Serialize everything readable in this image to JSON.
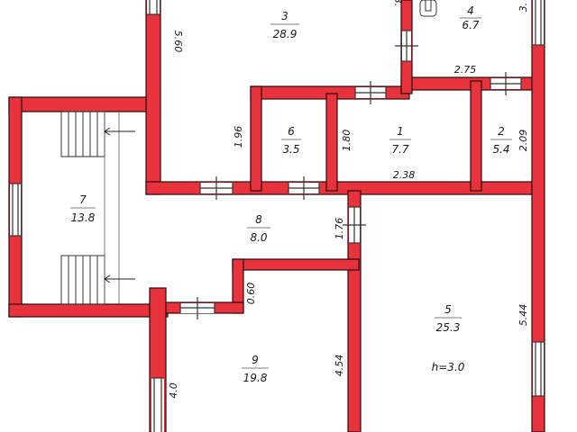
{
  "rooms": [
    {
      "id": "1",
      "area": "7.7"
    },
    {
      "id": "2",
      "area": "5.4"
    },
    {
      "id": "3",
      "area": "28.9"
    },
    {
      "id": "4",
      "area": "6.7"
    },
    {
      "id": "5",
      "area": "25.3"
    },
    {
      "id": "6",
      "area": "3.5"
    },
    {
      "id": "7",
      "area": "13.8"
    },
    {
      "id": "8",
      "area": "8.0"
    },
    {
      "id": "9",
      "area": "19.8"
    }
  ],
  "dimensions": {
    "d_5_60": "5.60",
    "d_1_96": "1.96",
    "d_1_80": "1.80",
    "d_2_09": "2.09",
    "d_2_38": "2.38",
    "d_2_75": "2.75",
    "d_1_76": "1.76",
    "d_0_60": "0.60",
    "d_4_54": "4.54",
    "d_5_44": "5.44",
    "d_4_0": "4.0",
    "d_3_top": "3.",
    "d_3_right": "3."
  },
  "height_note": "h=3.0",
  "colors": {
    "wall": "#e8323c",
    "outline": "#2a0c0c"
  }
}
